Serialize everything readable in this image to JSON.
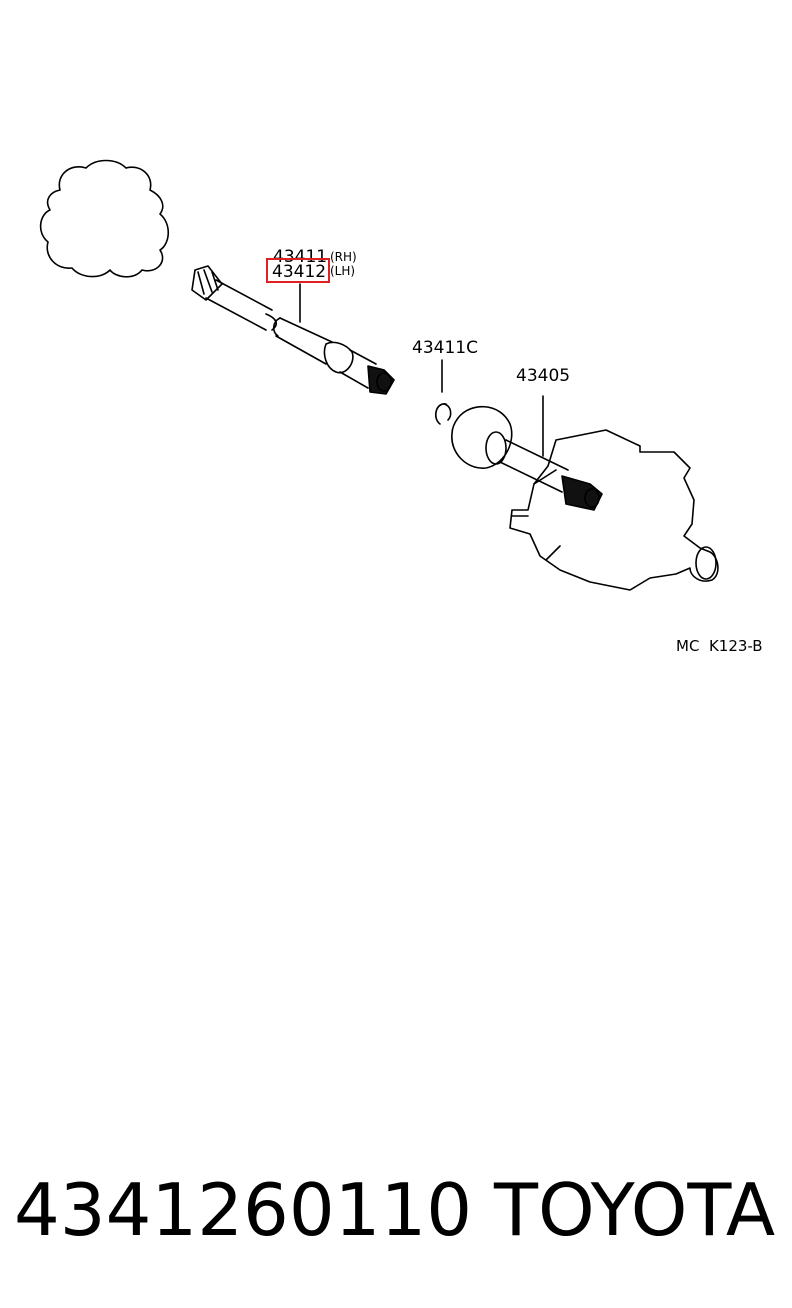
{
  "diagram": {
    "labels": {
      "shaft_rh_number": "43411",
      "shaft_rh_side": "(RH)",
      "shaft_lh_number": "43412",
      "shaft_lh_side": "(LH)",
      "snap_ring": "43411C",
      "outer_joint": "43405",
      "reference_code": "MC  K123-B"
    },
    "highlight_color": "#e02020"
  },
  "footer": {
    "part_number": "4341260110",
    "brand": "TOYOTA"
  }
}
